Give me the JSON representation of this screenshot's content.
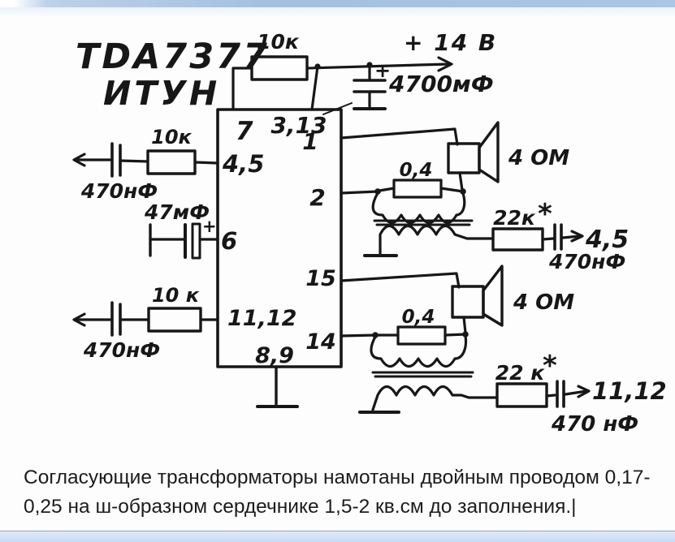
{
  "title": {
    "line1": "TDA7377",
    "line2": "ИТУН"
  },
  "power": {
    "resistor": "10к",
    "rail": "+ 14 В",
    "cap": "4700мФ",
    "cap_polarity": "+"
  },
  "ic": {
    "pin7": "7",
    "pin313": "3,13",
    "pin1": "1",
    "pin2": "2",
    "pin15": "15",
    "pin14": "14",
    "pin45": "4,5",
    "pin6": "6",
    "pin1112": "11,12",
    "pin89": "8,9"
  },
  "inputs": {
    "top": {
      "cap": "470нФ",
      "res": "10к"
    },
    "mid": {
      "cap": "47мФ",
      "polarity": "+"
    },
    "bottom": {
      "cap": "470нФ",
      "res": "10 к"
    }
  },
  "ch1": {
    "speaker": "4 ОМ",
    "shunt": "0,4",
    "fb_res": "22к",
    "star": "*",
    "out": "4,5",
    "out_cap": "470нФ"
  },
  "ch2": {
    "speaker": "4 ОМ",
    "shunt": "0,4",
    "fb_res": "22 к",
    "star": "*",
    "out": "11,12",
    "out_cap": "470 нФ"
  },
  "caption": {
    "line1": "Согласующие трансформаторы намотаны двойным проводом 0,17-",
    "line2": "0,25 на ш-образном сердечнике 1,5-2 кв.см до заполнения.",
    "cursor": "|"
  }
}
